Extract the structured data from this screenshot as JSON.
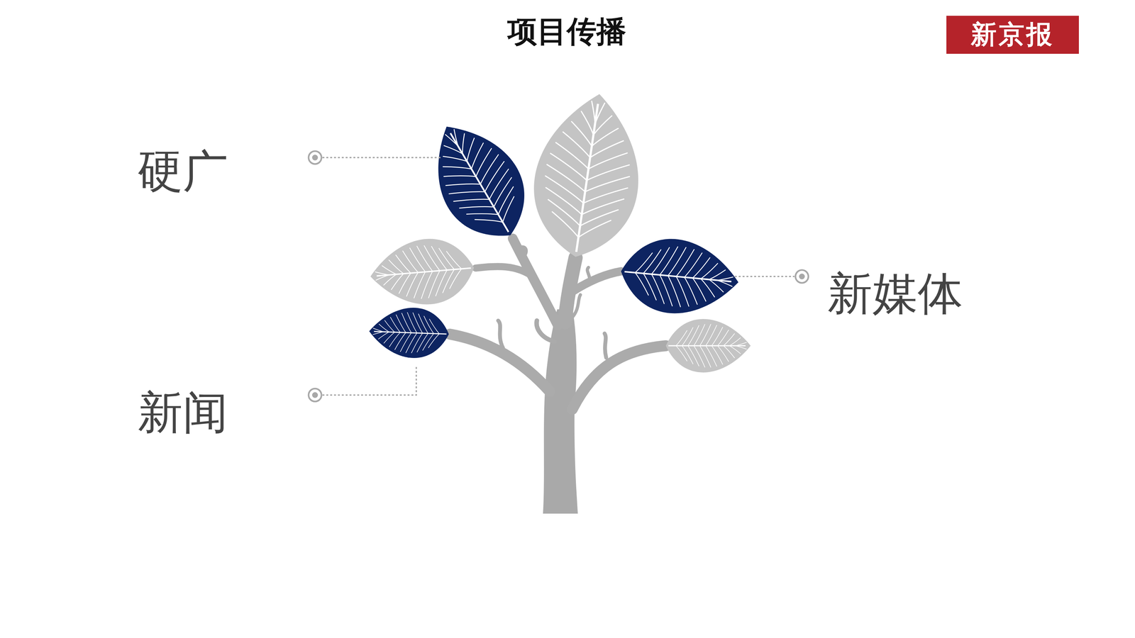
{
  "diagram": {
    "title": "项目传播",
    "nodes": [
      {
        "text": [
          "新京报"
        ]
      }
    ],
    "labels": [
      "硬广",
      "新闻",
      "新媒体"
    ]
  }
}
